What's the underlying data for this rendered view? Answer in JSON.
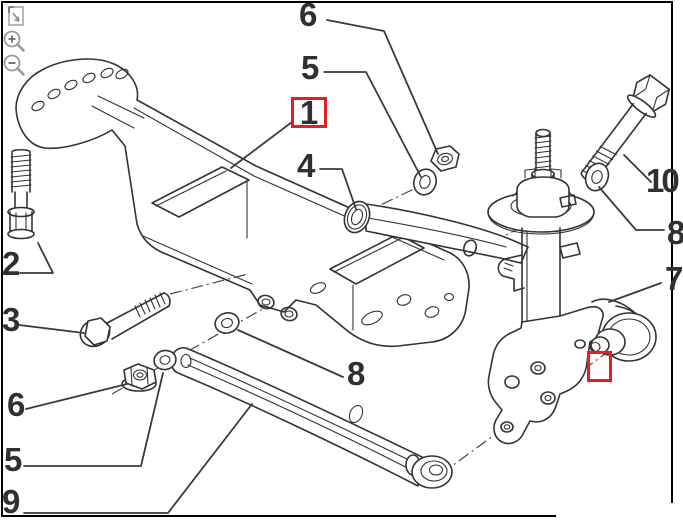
{
  "window": {
    "background": "#ffffff",
    "frame_border_color": "#000000"
  },
  "toolbar": {
    "buttons": [
      {
        "name": "fit-view",
        "icon": "fit-view-icon"
      },
      {
        "name": "zoom-in",
        "icon": "zoom-in-icon",
        "glyph": "+"
      },
      {
        "name": "zoom-out",
        "icon": "zoom-out-icon",
        "glyph": "-"
      }
    ]
  },
  "diagram": {
    "type": "exploded-parts-diagram",
    "subject": "rear suspension crossmember assembly",
    "line_color": "#333333",
    "highlight_color": "#e31e25",
    "callouts": [
      {
        "label": "6"
      },
      {
        "label": "5"
      },
      {
        "label": "1",
        "boxed": true
      },
      {
        "label": "4"
      },
      {
        "label": "2"
      },
      {
        "label": "3"
      },
      {
        "label": "6"
      },
      {
        "label": "5"
      },
      {
        "label": "9"
      },
      {
        "label": "8"
      },
      {
        "label": "10"
      },
      {
        "label": "8"
      },
      {
        "label": "7"
      }
    ],
    "highlight_boxes": [
      {
        "contains_label": "1"
      },
      {
        "contains_label": ""
      }
    ]
  }
}
